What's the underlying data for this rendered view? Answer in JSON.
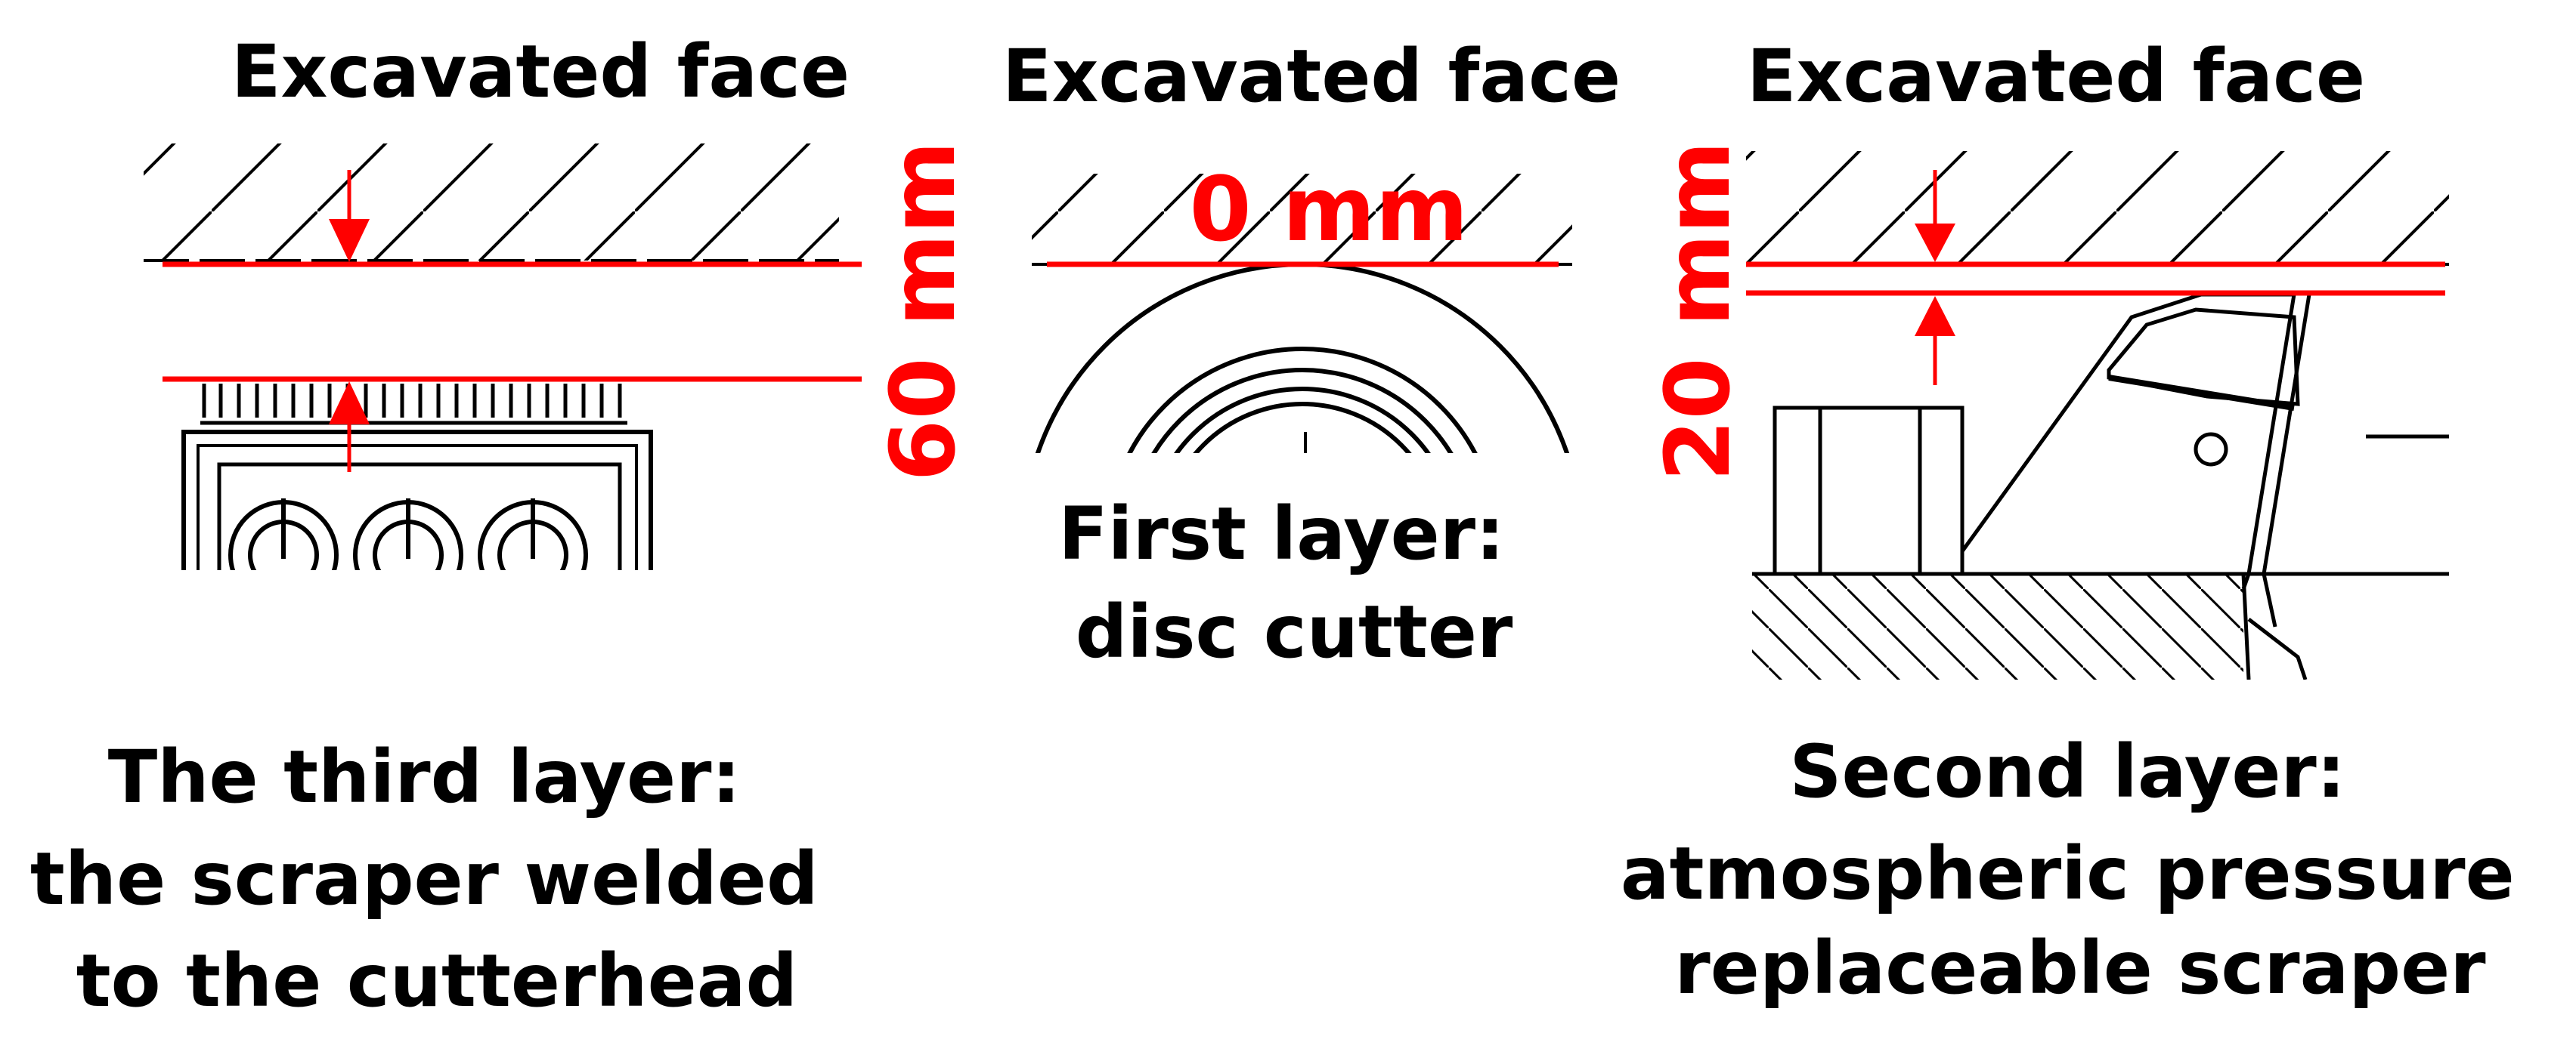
{
  "colors": {
    "dimension": "#ff0000",
    "drawing": "#000000",
    "background": "#ffffff"
  },
  "panels": {
    "third": {
      "face_label": "Excavated face",
      "dimension": "60 mm",
      "caption": [
        "The third layer:",
        "the scraper welded",
        "to the cutterhead"
      ]
    },
    "first": {
      "face_label": "Excavated face",
      "dimension": "0 mm",
      "caption": [
        "First layer:",
        "disc cutter"
      ]
    },
    "second": {
      "face_label": "Excavated face",
      "dimension": "20 mm",
      "caption": [
        "Second layer:",
        "atmospheric pressure",
        "replaceable scraper"
      ]
    }
  }
}
